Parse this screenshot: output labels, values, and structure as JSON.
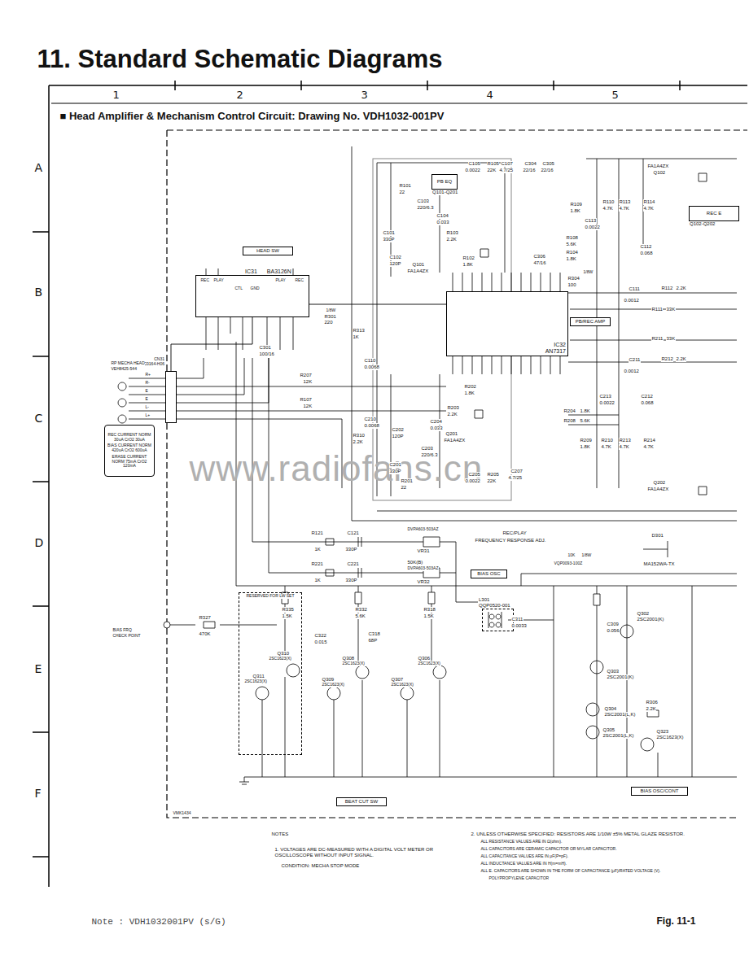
{
  "diagram": {
    "title": "11. Standard Schematic Diagrams",
    "caption": "Fig. 11-1",
    "nodes": [
      {
        "text": [
          "HEAD SW"
        ]
      },
      {
        "text": [
          "IC31",
          "BA3126N"
        ]
      },
      {
        "text": [
          "IC32",
          "AN7317"
        ]
      },
      {
        "text": [
          "PB/REC AMP"
        ]
      },
      {
        "text": [
          "PB EQ",
          "Q101-Q201"
        ]
      },
      {
        "text": [
          "REC E",
          "Q102-Q202"
        ]
      },
      {
        "text": [
          "CN31",
          "VMC0164-H06"
        ]
      },
      {
        "text": [
          "REC CURRENT NORM 30uA CrO2 30uA",
          "BIAS CURRENT NORM 420uA CrO2 600uA",
          "ERASE CURRENT NORM 75mA CrO2 120mA"
        ]
      },
      {
        "text": [
          "BIAS OSC"
        ]
      },
      {
        "text": [
          "L301",
          "QQP0520-001"
        ]
      },
      {
        "text": [
          "RESERVED FOR LW SET"
        ]
      },
      {
        "text": [
          "BEAT CUT SW"
        ]
      },
      {
        "text": [
          "BIAS OSC/CONT"
        ]
      }
    ],
    "edges": [
      {
        "from": 6,
        "to": 1,
        "arrow": "none"
      },
      {
        "from": 1,
        "to": 2,
        "arrow": "none"
      }
    ],
    "labels": [
      "1",
      "2",
      "3",
      "4",
      "5",
      "A",
      "B",
      "C",
      "D",
      "E",
      "F",
      "■ Head Amplifier & Mechanism Control Circuit: Drawing No. VDH1032-001PV",
      "www.radiofans.cn",
      "RP MECHA HEAD",
      "VEH8425-544",
      "R+",
      "R-",
      "E",
      "E",
      "L-",
      "L+",
      "1/8W",
      "R301",
      "220",
      "R313",
      "1K",
      "C301",
      "100/16",
      "R207",
      "12K",
      "R107",
      "12K",
      "C110",
      "0.0068",
      "C210",
      "0.0068",
      "R310",
      "2.2K",
      "REC",
      "PLAY",
      "CTL",
      "GND",
      "PLAY",
      "REC",
      "R101",
      "22",
      "C103",
      "220/6.3",
      "C104",
      "0.033",
      "R103",
      "2.2K",
      "C101",
      "330P",
      "C102",
      "120P",
      "Q101",
      "FA1A4ZX",
      "R102",
      "1.8K",
      "C105",
      "0.0022",
      "R105",
      "22K",
      "C107",
      "4.7/25",
      "C304",
      "22/16",
      "C305",
      "22/16",
      "FA1A4ZX",
      "Q102",
      "R109",
      "1.8K",
      "R108",
      "5.6K",
      "R104",
      "1.8K",
      "C113",
      "0.0022",
      "R110",
      "4.7K",
      "R113",
      "4.7K",
      "R114",
      "4.7K",
      "C112",
      "0.068",
      "C306",
      "47/16",
      "1/8W",
      "R304",
      "100",
      "C111",
      "0.0012",
      "R112",
      "2.2K",
      "R111",
      "33K",
      "R211",
      "33K",
      "C211",
      "0.0012",
      "R212",
      "2.2K",
      "R204",
      "1.8K",
      "R208",
      "5.6K",
      "C213",
      "0.0022",
      "C212",
      "0.068",
      "R209",
      "1.8K",
      "R210",
      "4.7K",
      "R213",
      "4.7K",
      "R214",
      "4.7K",
      "Q202",
      "FA1A4ZX",
      "R202",
      "1.8K",
      "R203",
      "2.2K",
      "C204",
      "0.033",
      "Q201",
      "FA1A4ZX",
      "C203",
      "220/6.3",
      "C202",
      "120P",
      "C201",
      "330P",
      "R201",
      "22",
      "C205",
      "0.0022",
      "R205",
      "22K",
      "C207",
      "4.7/25",
      "R121",
      "1K",
      "C121",
      "330P",
      "R221",
      "1K",
      "C221",
      "330P",
      "DVPA603-503AZ",
      "VR31",
      "REC/PLAY",
      "FREQUENCY RESPONSE ADJ.",
      "50K(B)",
      "DVPA603-503AZ",
      "VR32",
      "VQP0093-100Z",
      "10K",
      "1/8W",
      "D301",
      "MA152WA-TX",
      "R327",
      "470K",
      "BIAS FRQ",
      "CHECK POINT",
      "R335",
      "1.5K",
      "C322",
      "0.015",
      "Q310",
      "2SC1623(X)",
      "Q311",
      "2SC1623(X)",
      "R332",
      "5.6K",
      "Q308",
      "2SC1623(X)",
      "Q309",
      "2SC1623(X)",
      "R318",
      "1.5K",
      "Q306",
      "2SC1623(X)",
      "Q307",
      "2SC1623(X)",
      "C318",
      "68P",
      "C311",
      "0.0033",
      "Q302",
      "2SC2001(K)",
      "C309",
      "0.056",
      "Q303",
      "2SC2001(K)",
      "R306",
      "2.2K",
      "Q304",
      "2SC2001(L,K)",
      "Q305",
      "2SC2001(L,K)",
      "Q323",
      "2SC1623(X)",
      "VMK1434",
      "NOTES",
      "1. VOLTAGES ARE DC-MEASURED WITH A DIGITAL VOLT METER OR OSCILLOSCOPE WITHOUT INPUT SIGNAL.",
      "CONDITION: MECHA STOP MODE",
      "2. UNLESS OTHERWISE SPECIFIED: RESISTORS ARE 1/10W ±5% METAL GLAZE RESISTOR.",
      "ALL RESISTANCE VALUES ARE IN Ω(ohm).",
      "ALL CAPACITORS ARE CERAMIC CAPACITOR OR MYLAR CAPACITOR.",
      "ALL CAPACITANCE VALUES ARE IN μF(P=pF).",
      "ALL INDUCTANCE VALUES ARE IN H(m=mH).",
      "ALL E. CAPACITORS ARE SHOWN IN THE FORM OF CAPACITANCE (μF)/RATED VOLTAGE (V).",
      "POLYPROPYLENE CAPACITOR",
      "Note : VDH1032001PV (s/G)"
    ]
  }
}
